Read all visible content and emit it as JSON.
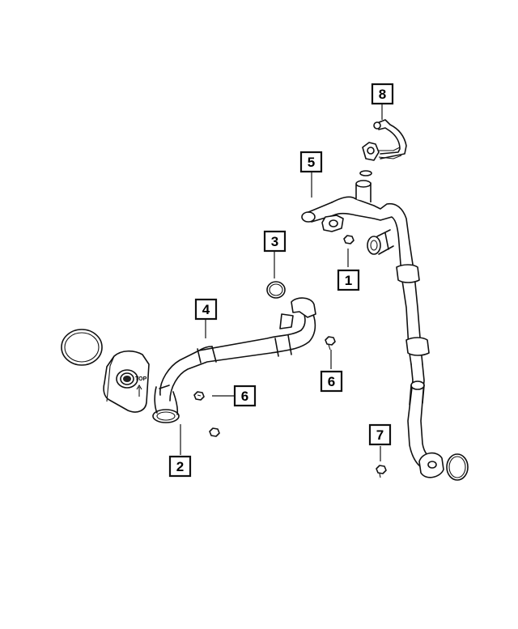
{
  "callouts": [
    {
      "id": "c1",
      "label": "1"
    },
    {
      "id": "c2",
      "label": "2"
    },
    {
      "id": "c3",
      "label": "3"
    },
    {
      "id": "c4",
      "label": "4"
    },
    {
      "id": "c5",
      "label": "5"
    },
    {
      "id": "c6a",
      "label": "6"
    },
    {
      "id": "c6b",
      "label": "6"
    },
    {
      "id": "c7",
      "label": "7"
    },
    {
      "id": "c8",
      "label": "8"
    }
  ],
  "flange_text": "TOP"
}
